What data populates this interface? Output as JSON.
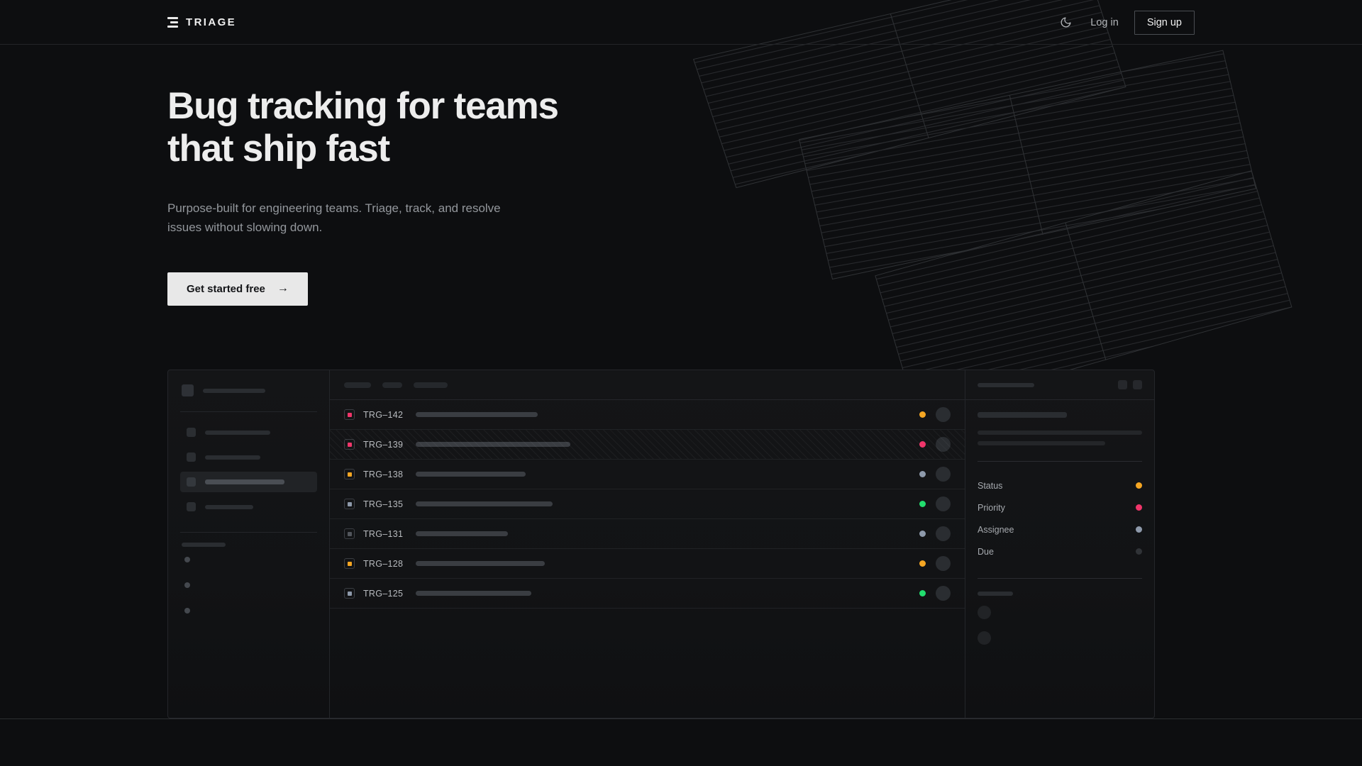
{
  "nav": {
    "brand": "TRIAGE",
    "theme_toggle_icon": "moon-icon",
    "login_label": "Log in",
    "signup_label": "Sign up"
  },
  "hero": {
    "headline_line1": "Bug tracking for teams",
    "headline_line2": "that ship fast",
    "subheadline": "Purpose-built for engineering teams. Triage, track, and resolve issues without slowing down.",
    "cta_label": "Get started free",
    "cta_icon": "arrow-right-icon"
  },
  "colors": {
    "page_bg": "#0d0e10",
    "panel_bg": "#141517",
    "border": "#24262a",
    "accent_amber": "#f5a623",
    "accent_pink": "#f0356a",
    "accent_green": "#22dd6e",
    "accent_slate": "#8e9aab",
    "accent_gray": "#3c4046",
    "cta_bg": "#e8e8e8",
    "text_primary": "#ededed",
    "text_muted": "#93979c"
  },
  "mockup": {
    "sidebar": {
      "logo_placeholder_width": 88,
      "nav_items": [
        {
          "width": 92,
          "active": false
        },
        {
          "width": 78,
          "active": false
        },
        {
          "width": 112,
          "active": true
        },
        {
          "width": 68,
          "active": false
        }
      ],
      "section_label_width": 62,
      "mini_items": 3
    },
    "list": {
      "header_chips": [
        38,
        28,
        48
      ],
      "rows": [
        {
          "id": "TRG–142",
          "priority_color": "#f0356a",
          "title_width": 172,
          "status_color": "#f5a623",
          "selected": false
        },
        {
          "id": "TRG–139",
          "priority_color": "#f0356a",
          "title_width": 218,
          "status_color": "#f0356a",
          "selected": true
        },
        {
          "id": "TRG–138",
          "priority_color": "#f5a623",
          "title_width": 155,
          "status_color": "#8e9aab",
          "selected": false
        },
        {
          "id": "TRG–135",
          "priority_color": "#8e9aab",
          "title_width": 193,
          "status_color": "#22dd6e",
          "selected": false
        },
        {
          "id": "TRG–131",
          "priority_color": "#52565c",
          "title_width": 130,
          "status_color": "#8e9aab",
          "selected": false
        },
        {
          "id": "TRG–128",
          "priority_color": "#f5a623",
          "title_width": 182,
          "status_color": "#f5a623",
          "selected": false
        },
        {
          "id": "TRG–125",
          "priority_color": "#8e9aab",
          "title_width": 163,
          "status_color": "#22dd6e",
          "selected": false
        }
      ]
    },
    "detail": {
      "header_title_width": 80,
      "action_buttons": 2,
      "title_width": 126,
      "desc_line_widths": [
        232,
        180
      ],
      "meta": [
        {
          "label": "Status",
          "color": "#f5a623"
        },
        {
          "label": "Priority",
          "color": "#f0356a"
        },
        {
          "label": "Assignee",
          "color": "#8e9aab"
        },
        {
          "label": "Due",
          "color": "#303337"
        }
      ],
      "activity_label_width": 50,
      "activity_avatars": 2
    }
  }
}
